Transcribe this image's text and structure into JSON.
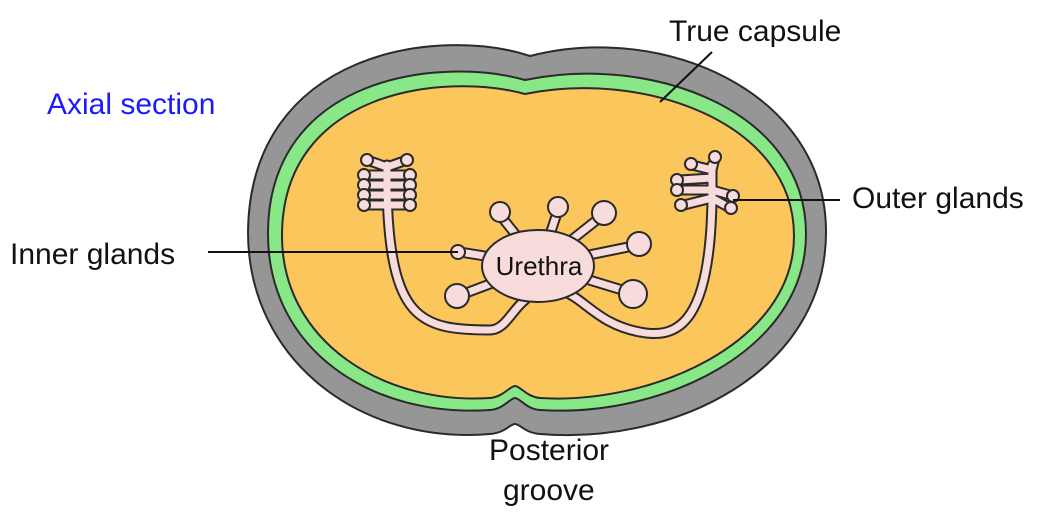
{
  "title": "Axial section",
  "labels": {
    "true_capsule": "True capsule",
    "outer_glands": "Outer glands",
    "inner_glands": "Inner glands",
    "urethra": "Urethra",
    "posterior_groove_line1": "Posterior",
    "posterior_groove_line2": "groove"
  },
  "colors": {
    "outer_shell": "#969696",
    "true_capsule": "#88e888",
    "parenchyma": "#fbc65c",
    "gland": "#f8dcdc",
    "title": "#1a1aff",
    "outline": "#2a2a2a"
  }
}
